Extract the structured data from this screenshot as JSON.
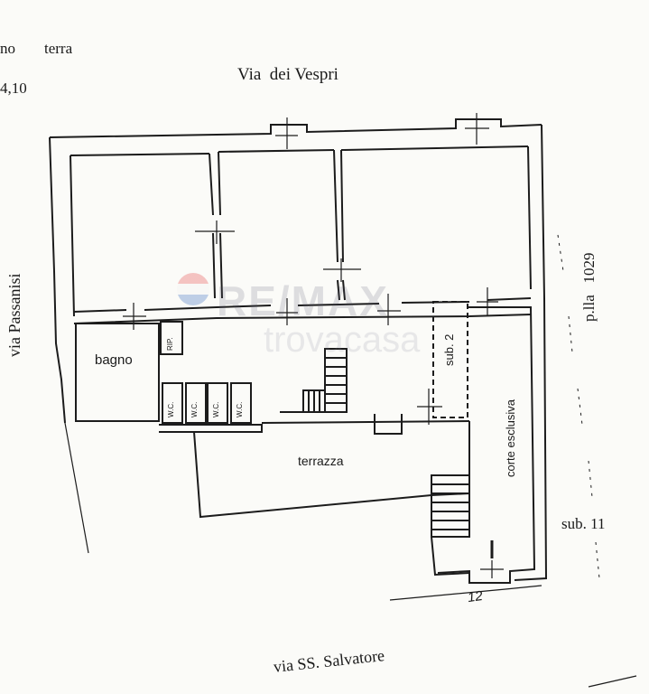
{
  "header": {
    "floor_label_fragment": "no",
    "floor_label_word": "terra",
    "scale_fragment": "4,10"
  },
  "streets": {
    "north": "Via  dei Vespri",
    "west": "via Passanisi",
    "south": "via SS. Salvatore"
  },
  "rooms": {
    "bagno": "bagno",
    "rip": "RIP.",
    "wc": [
      "W.C.",
      "W.C.",
      "W.C.",
      "W.C."
    ],
    "terrazza": "terrazza",
    "sub2": "sub. 2",
    "corte": "corte esclusiva"
  },
  "neighbors": {
    "particella": "p.lla   1029",
    "sub11": "sub. 11"
  },
  "annotations": {
    "handwritten_number": "12"
  },
  "watermark": {
    "brand": "RE/MAX",
    "site": "trovacasa"
  },
  "colors": {
    "ink": "#1c1c1c",
    "paper": "#fbfbf8"
  }
}
